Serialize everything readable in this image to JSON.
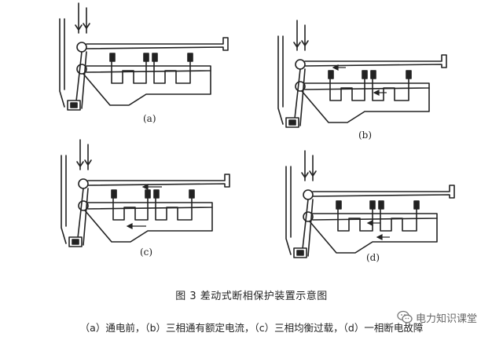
{
  "panels": [
    {
      "id": "a",
      "label": "(a)"
    },
    {
      "id": "b",
      "label": "(b)"
    },
    {
      "id": "c",
      "label": "(c)"
    },
    {
      "id": "d",
      "label": "(d)"
    }
  ],
  "figure_caption": "图 3  差动式断相保护装置示意图",
  "legend": "（a）通电前，（b）三相通有额定电流，（c）三相均衡过载，（d）一相断电故障",
  "watermark": {
    "text": "电力知识课堂",
    "icon": "wechat-icon"
  }
}
